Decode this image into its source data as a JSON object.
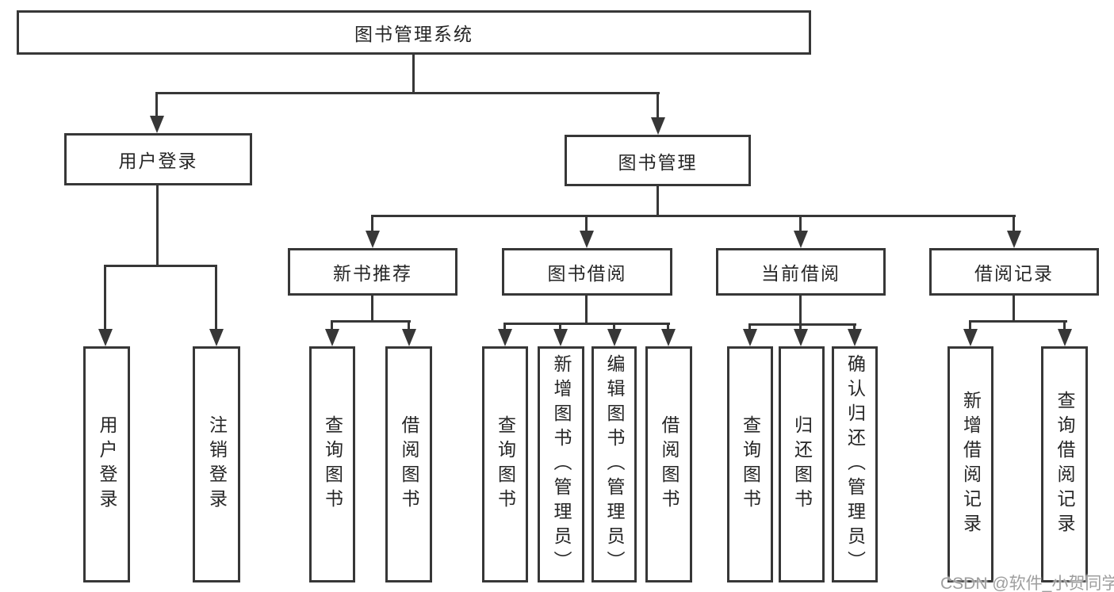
{
  "diagram": {
    "type": "hierarchy-tree",
    "colors": {
      "line": "#373737",
      "border": "#373737",
      "text": "#262626",
      "background": "#ffffff",
      "watermark": "#9e9e9e"
    },
    "tree": {
      "root": {
        "label": "图书管理系统",
        "children": [
          {
            "label": "用户登录",
            "children": [
              {
                "label": "用户登录"
              },
              {
                "label": "注销登录"
              }
            ]
          },
          {
            "label": "图书管理",
            "children": [
              {
                "label": "新书推荐",
                "children": [
                  {
                    "label": "查询图书"
                  },
                  {
                    "label": "借阅图书"
                  }
                ]
              },
              {
                "label": "图书借阅",
                "children": [
                  {
                    "label": "查询图书"
                  },
                  {
                    "label": "新增图书（管理员）"
                  },
                  {
                    "label": "编辑图书（管理员）"
                  },
                  {
                    "label": "借阅图书"
                  }
                ]
              },
              {
                "label": "当前借阅",
                "children": [
                  {
                    "label": "查询图书"
                  },
                  {
                    "label": "归还图书"
                  },
                  {
                    "label": "确认归还（管理员）"
                  }
                ]
              },
              {
                "label": "借阅记录",
                "children": [
                  {
                    "label": "新增借阅记录"
                  },
                  {
                    "label": "查询借阅记录"
                  }
                ]
              }
            ]
          }
        ]
      }
    }
  },
  "watermark": {
    "text": "CSDN @软件_小贺同学"
  }
}
